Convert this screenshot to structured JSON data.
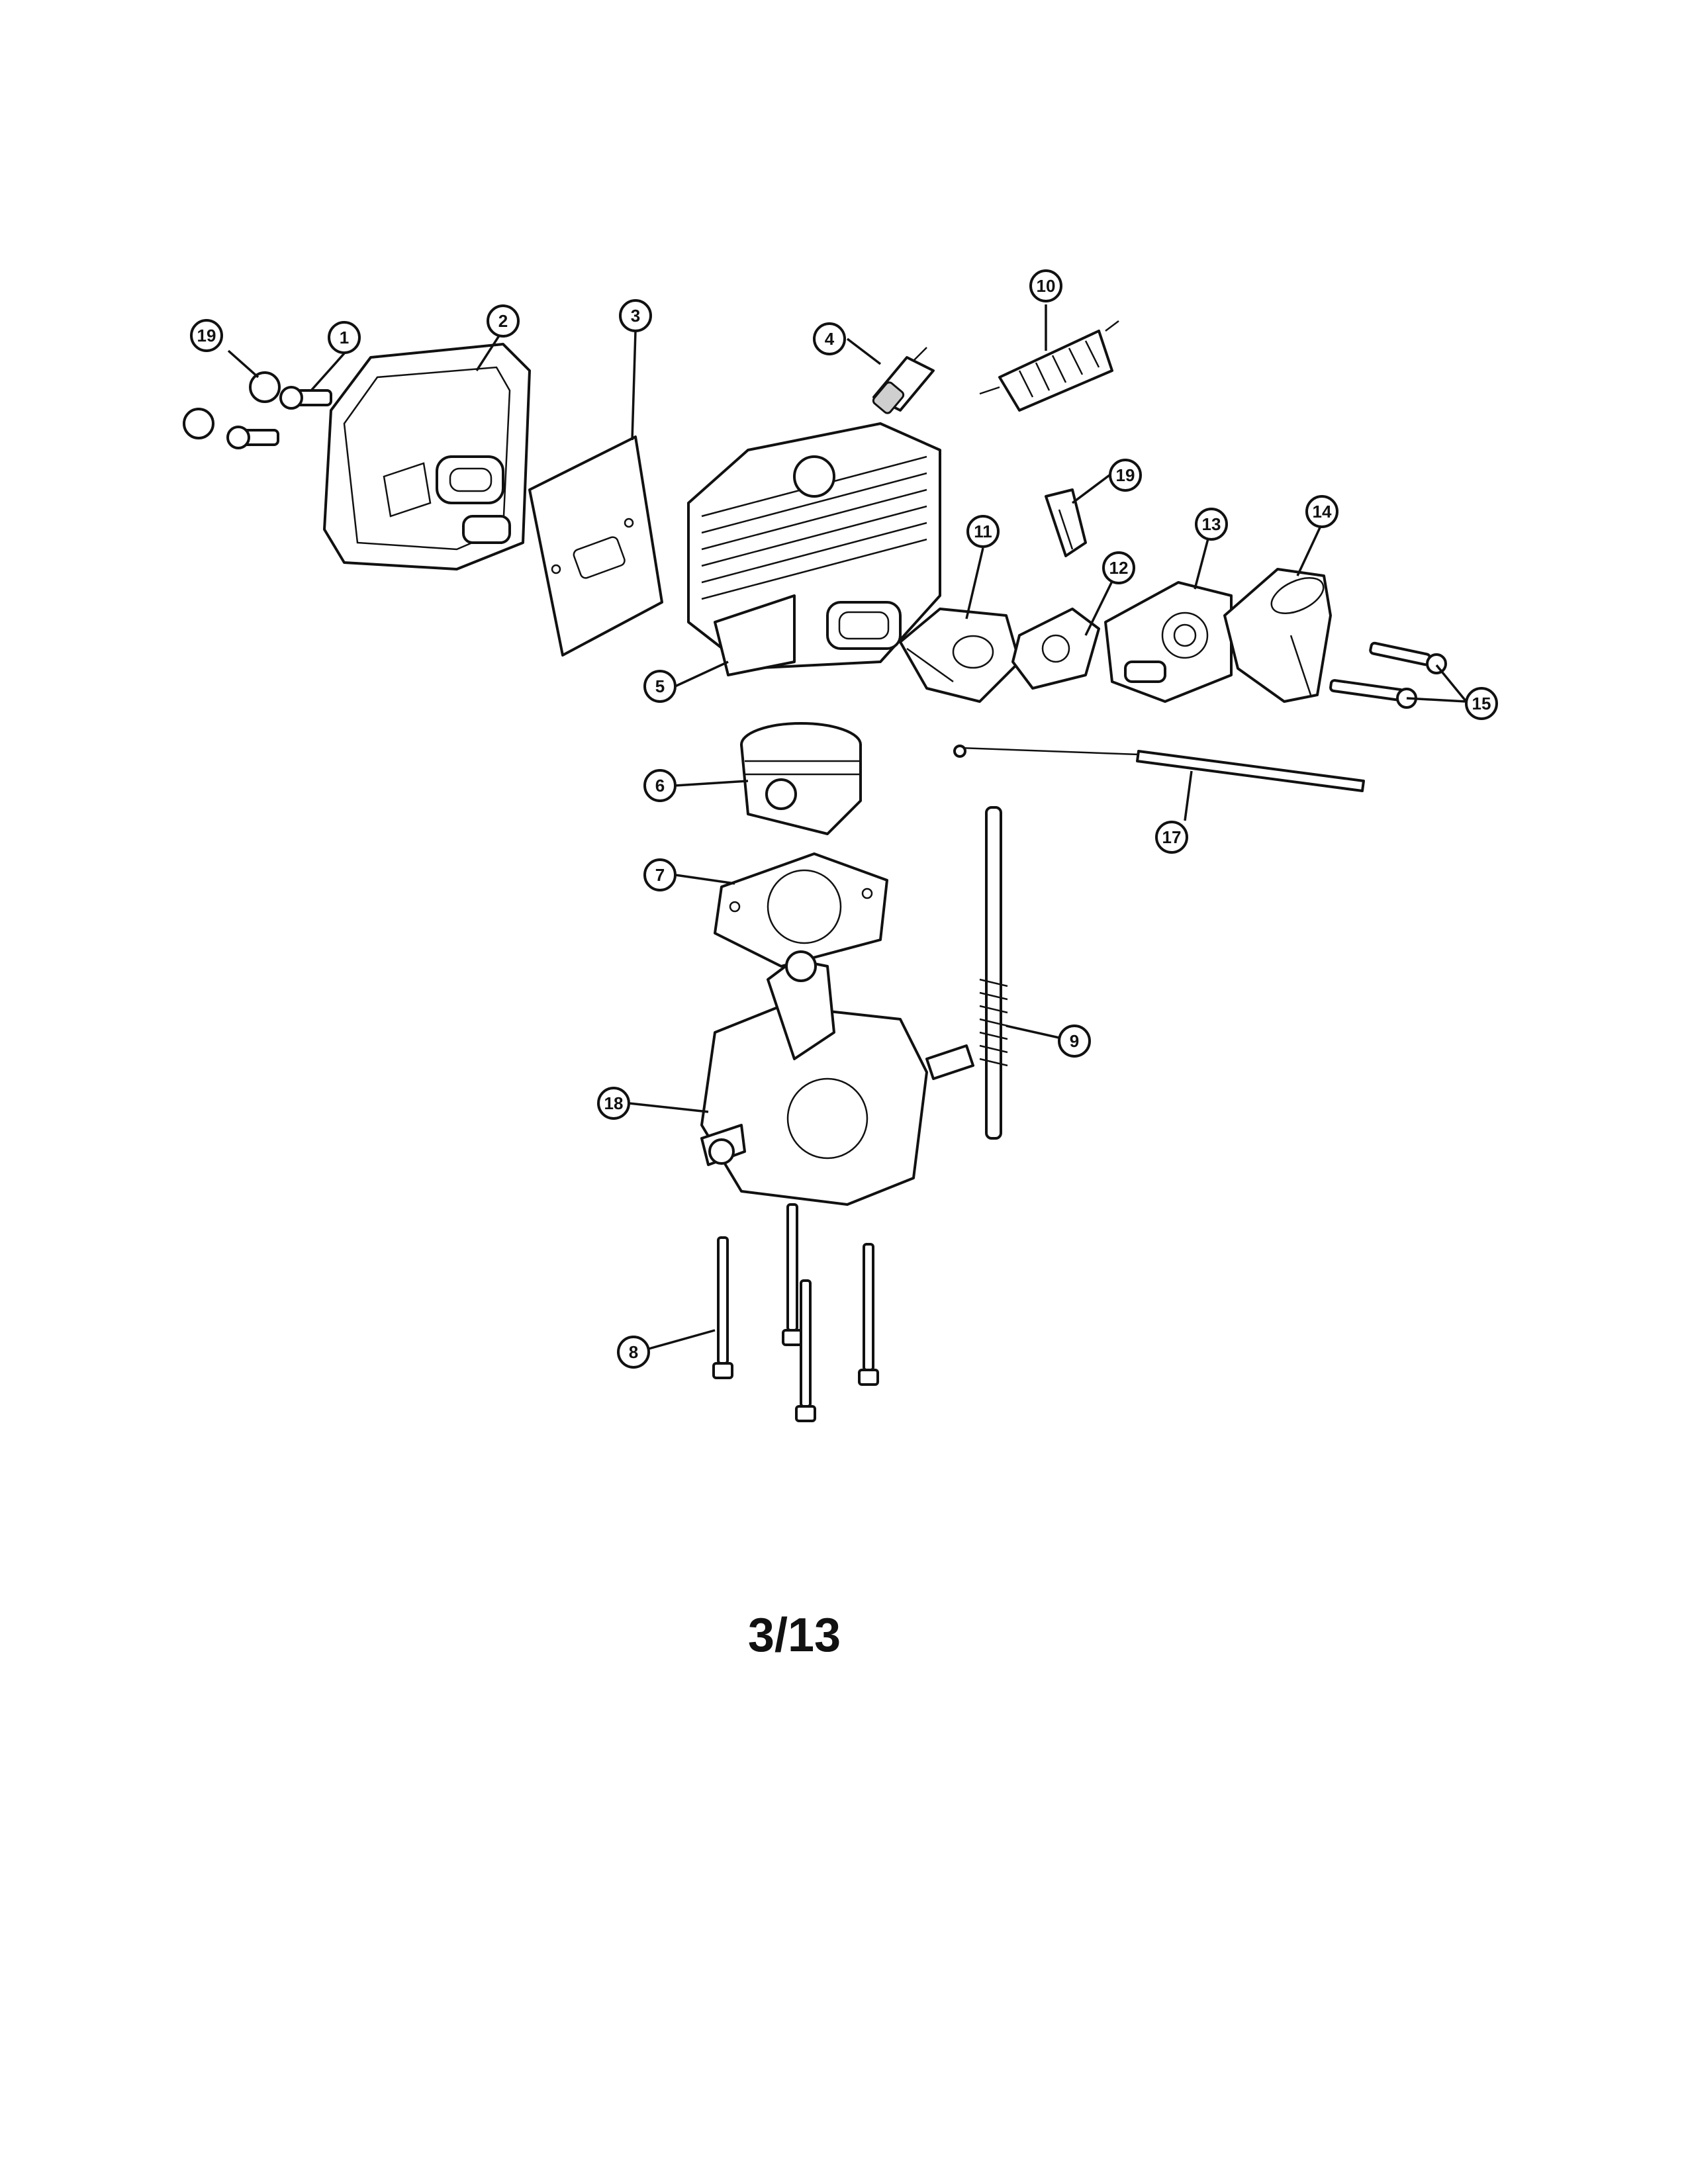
{
  "page": {
    "page_number": "3/13"
  },
  "callouts": [
    {
      "label": "1"
    },
    {
      "label": "2"
    },
    {
      "label": "3"
    },
    {
      "label": "4"
    },
    {
      "label": "5"
    },
    {
      "label": "6"
    },
    {
      "label": "7"
    },
    {
      "label": "8"
    },
    {
      "label": "9"
    },
    {
      "label": "10"
    },
    {
      "label": "11"
    },
    {
      "label": "12"
    },
    {
      "label": "13"
    },
    {
      "label": "14"
    },
    {
      "label": "15"
    },
    {
      "label": "17"
    },
    {
      "label": "18"
    },
    {
      "label": "19"
    },
    {
      "label": "19"
    }
  ]
}
